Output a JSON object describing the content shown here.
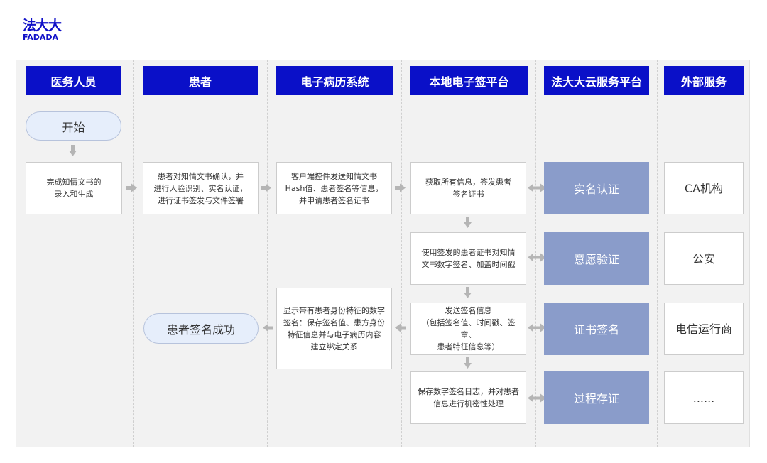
{
  "logo": {
    "cn": "法大大",
    "en": "FADADA"
  },
  "columns": [
    {
      "key": "medical_staff",
      "label": "医务人员"
    },
    {
      "key": "patient",
      "label": "患者"
    },
    {
      "key": "emr_system",
      "label": "电子病历系统"
    },
    {
      "key": "local_sign",
      "label": "本地电子签平台"
    },
    {
      "key": "fadada_cloud",
      "label": "法大大云服务平台"
    },
    {
      "key": "external",
      "label": "外部服务"
    }
  ],
  "nodes": {
    "start": "开始",
    "staff_step": "完成知情文书的\n录入和生成",
    "patient_step": "患者对知情文书确认，并\n进行人脸识别、实名认证，\n进行证书签发与文件签署",
    "emr_step": "客户端控件发送知情文书\nHash值、患者签名等信息，\n并申请患者签名证书",
    "emr_display": "显示带有患者身份特征的数字\n签名：保存签名值、患方身份\n特征信息并与电子病历内容\n建立绑定关系",
    "patient_done": "患者签名成功",
    "local": [
      "获取所有信息，签发患者\n签名证书",
      "使用签发的患者证书对知情\n文书数字签名、加盖时间戳",
      "发送签名信息\n（包括签名值、时间戳、签章、\n患者特征信息等）",
      "保存数字签名日志，并对患者\n信息进行机密性处理"
    ],
    "cloud": [
      "实名认证",
      "意愿验证",
      "证书签名",
      "过程存证"
    ],
    "external": [
      "CA机构",
      "公安",
      "电信运行商",
      "......"
    ]
  },
  "colors": {
    "header_bg": "#0a10c8",
    "service_bg": "#8a9cca",
    "pill_bg": "#e6eefb",
    "arrow": "#b5b5b5",
    "lane_bg": "#f2f2f2"
  }
}
